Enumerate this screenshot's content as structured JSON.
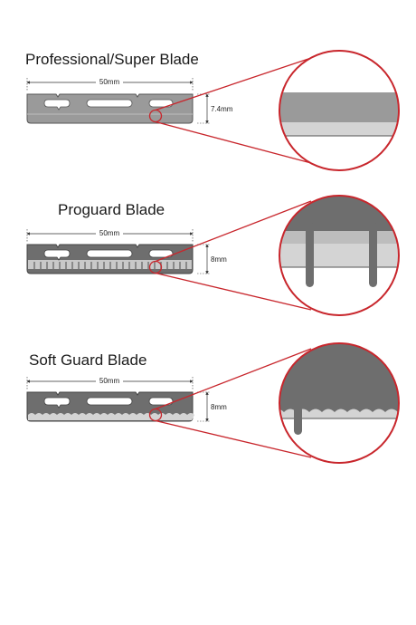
{
  "blades": [
    {
      "title": "Professional/Super Blade",
      "width_label": "50mm",
      "height_label": "7.4mm"
    },
    {
      "title": "Proguard Blade",
      "width_label": "50mm",
      "height_label": "8mm"
    },
    {
      "title": "Soft Guard Blade",
      "width_label": "50mm",
      "height_label": "8mm"
    }
  ],
  "colors": {
    "accent": "#c8262c",
    "blade_grey": "#9a9a9a",
    "blade_dark": "#6e6e6e",
    "blade_light": "#d4d4d4",
    "outline": "#555555"
  }
}
